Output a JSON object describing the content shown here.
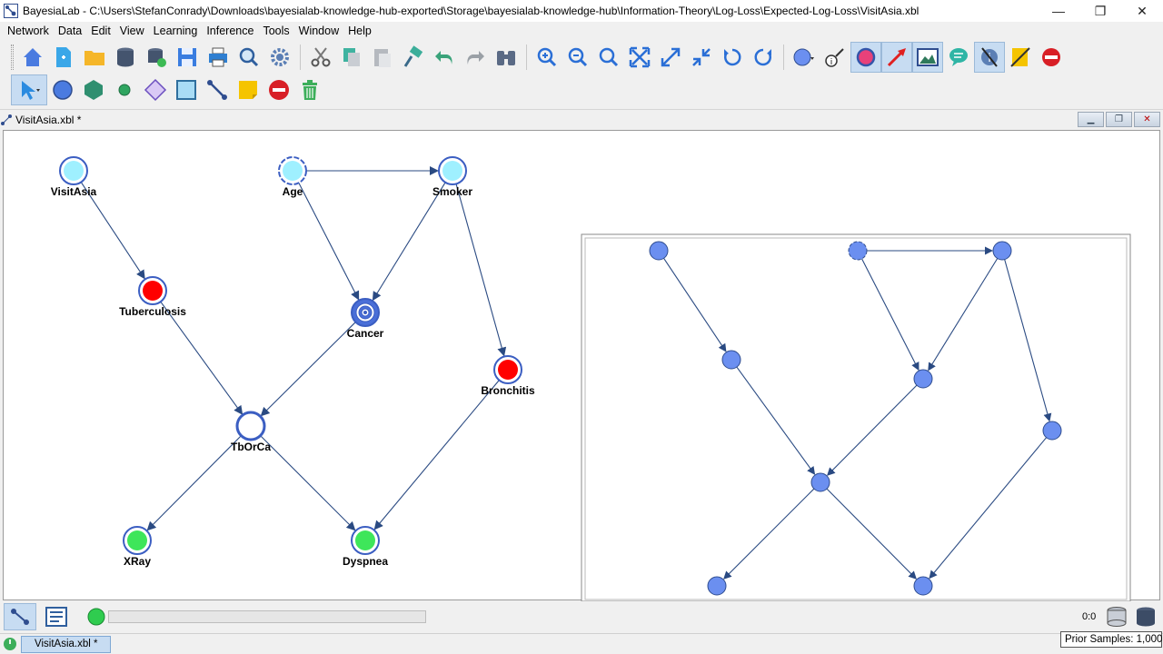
{
  "window": {
    "title": "BayesiaLab - C:\\Users\\StefanConrady\\Downloads\\bayesialab-knowledge-hub-exported\\Storage\\bayesialab-knowledge-hub\\Information-Theory\\Log-Loss\\Expected-Log-Loss\\VisitAsia.xbl",
    "minimize": "—",
    "restore": "❐",
    "close": "✕"
  },
  "menu": [
    "Network",
    "Data",
    "Edit",
    "View",
    "Learning",
    "Inference",
    "Tools",
    "Window",
    "Help"
  ],
  "document": {
    "tab_title": "VisitAsia.xbl *"
  },
  "nodes": [
    {
      "id": "visitasia",
      "label": "VisitAsia",
      "type": "light"
    },
    {
      "id": "age",
      "label": "Age",
      "type": "light-dashed"
    },
    {
      "id": "smoker",
      "label": "Smoker",
      "type": "light"
    },
    {
      "id": "tuberculosis",
      "label": "Tuberculosis",
      "type": "red"
    },
    {
      "id": "cancer",
      "label": "Cancer",
      "type": "target"
    },
    {
      "id": "bronchitis",
      "label": "Bronchitis",
      "type": "red"
    },
    {
      "id": "tborca",
      "label": "TbOrCa",
      "type": "white"
    },
    {
      "id": "xray",
      "label": "XRay",
      "type": "green"
    },
    {
      "id": "dyspnea",
      "label": "Dyspnea",
      "type": "green"
    }
  ],
  "status": {
    "progress": 0,
    "counter": "0:0",
    "tooltip": "Prior Samples: 1,000"
  },
  "taskbar": {
    "tab": "VisitAsia.xbl *"
  },
  "colors": {
    "accent": "#2f4d8f",
    "node_light": "#9ff0ff",
    "node_red": "#ff0000",
    "node_green": "#3ee65a",
    "mini_node": "#6b8ff0"
  }
}
